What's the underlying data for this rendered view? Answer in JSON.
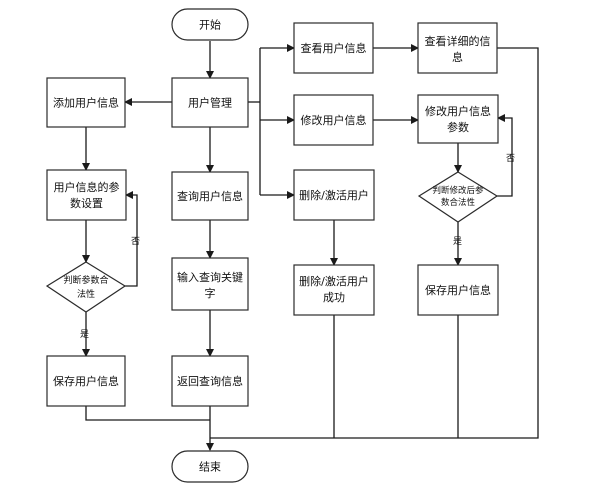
{
  "nodes": {
    "start": "开始",
    "end": "结束",
    "user_mgmt": "用户管理",
    "add_user": "添加用户信息",
    "set_params": [
      "用户信息的参",
      "数设置"
    ],
    "judge_left": [
      "判断参数合",
      "法性"
    ],
    "save_left": "保存用户信息",
    "query_user": "查询用户信息",
    "input_kw": [
      "输入查询关键",
      "字"
    ],
    "return_query": "返回查询信息",
    "view_user": "查看用户信息",
    "view_detail": [
      "查看详细的信",
      "息"
    ],
    "modify_user": "修改用户信息",
    "modify_params": [
      "修改用户信息",
      "参数"
    ],
    "judge_right": [
      "判断修改后参",
      "数合法性"
    ],
    "save_right": "保存用户信息",
    "delete_user": "删除/激活用户",
    "delete_success": [
      "删除/激活用户",
      "成功"
    ]
  },
  "edge_labels": {
    "yes": "是",
    "no": "否"
  }
}
